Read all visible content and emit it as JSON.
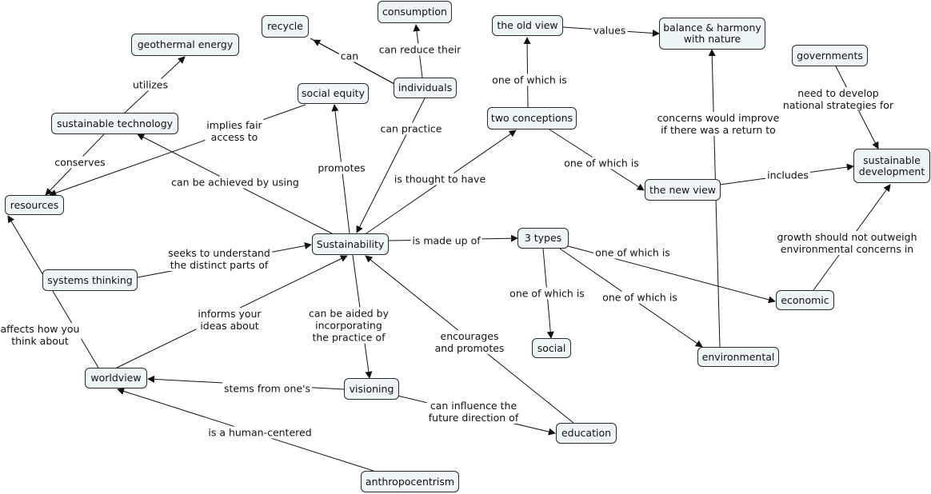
{
  "concepts": {
    "recycle": "recycle",
    "consumption": "consumption",
    "the_old_view": "the old view",
    "balance_harmony": "balance & harmony\nwith nature",
    "geothermal_energy": "geothermal energy",
    "governments": "governments",
    "individuals": "individuals",
    "social_equity": "social equity",
    "two_conceptions": "two conceptions",
    "sustainable_technology": "sustainable technology",
    "sustainable_development": "sustainable\ndevelopment",
    "resources": "resources",
    "the_new_view": "the new view",
    "sustainability": "Sustainability",
    "three_types": "3 types",
    "systems_thinking": "systems thinking",
    "economic": "economic",
    "social": "social",
    "environmental": "environmental",
    "worldview": "worldview",
    "visioning": "visioning",
    "education": "education",
    "anthropocentrism": "anthropocentrism"
  },
  "links": {
    "can": "can",
    "can_reduce_their": "can reduce their",
    "values": "values",
    "one_of_which_is_old": "one of which is",
    "utilizes": "utilizes",
    "need_to_develop": "need to develop\nnational strategies for",
    "concerns_would_improve": "concerns would improve\nif there was a return to",
    "can_practice": "can practice",
    "implies_fair_access": "implies fair\naccess to",
    "conserves": "conserves",
    "promotes": "promotes",
    "is_thought_to_have": "is thought to have",
    "one_of_which_is_new": "one of which is",
    "includes": "includes",
    "can_be_achieved_by_using": "can be achieved by using",
    "growth_should_not": "growth should not outweigh\nenvironmental concerns in",
    "is_made_up_of": "is made up of",
    "seeks_to_understand": "seeks to understand\nthe distinct parts of",
    "one_of_which_is_economic": "one of which is",
    "one_of_which_is_social": "one of which is",
    "one_of_which_is_environmental": "one of which is",
    "affects_how_you_think": "affects how you\nthink about",
    "informs_your_ideas": "informs your\nideas about",
    "can_be_aided_by": "can be aided by\nincorporating\nthe practice of",
    "encourages_and_promotes": "encourages\nand promotes",
    "stems_from_ones": "stems from one's",
    "can_influence": "can influence the\nfuture direction of",
    "is_a_human_centered": "is a human-centered"
  }
}
